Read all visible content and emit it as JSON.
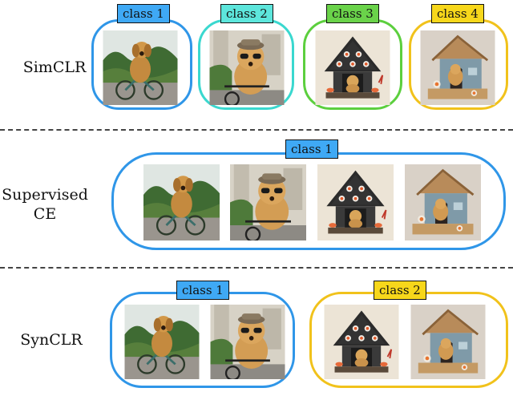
{
  "rows": [
    {
      "label": "SimCLR"
    },
    {
      "label_line1": "Supervised",
      "label_line2": "CE"
    },
    {
      "label": "SynCLR"
    }
  ],
  "tags": {
    "simclr": [
      "class 1",
      "class 2",
      "class 3",
      "class 4"
    ],
    "supervised": [
      "class 1"
    ],
    "synclr": [
      "class 1",
      "class 2"
    ]
  },
  "colors": {
    "blue": "#2f96e8",
    "cyan": "#3ad8cf",
    "green": "#5ccf3e",
    "yellow": "#f1c21b",
    "tag_blue": "#3fa9f5",
    "tag_cyan": "#5de6dc",
    "tag_green": "#6ad34a",
    "tag_yellow": "#f7d71b"
  },
  "images": [
    "golden-retriever-riding-bicycle",
    "golden-retriever-with-sunglasses-on-bicycle",
    "dog-in-sushi-doghouse",
    "dog-in-wooden-doghouse"
  ]
}
